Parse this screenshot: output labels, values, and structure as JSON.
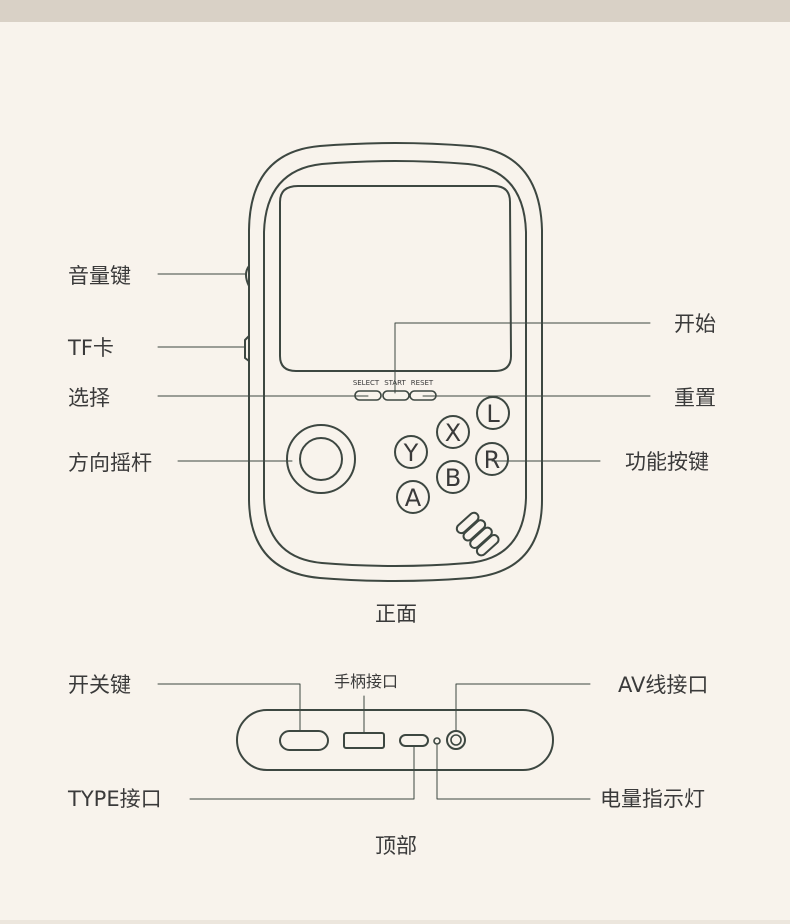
{
  "front": {
    "caption": "正面",
    "labels": {
      "volume": "音量键",
      "tf_card": "TF卡",
      "select": "选择",
      "joystick": "方向摇杆",
      "start": "开始",
      "reset": "重置",
      "function_buttons": "功能按键"
    },
    "small_buttons": [
      "SELECT",
      "START",
      "RESET"
    ],
    "face_buttons": [
      "X",
      "Y",
      "B",
      "A",
      "L",
      "R"
    ]
  },
  "top": {
    "caption": "顶部",
    "labels": {
      "power": "开关键",
      "controller_port": "手柄接口",
      "av_port": "AV线接口",
      "type_port": "TYPE接口",
      "battery_led": "电量指示灯"
    }
  }
}
